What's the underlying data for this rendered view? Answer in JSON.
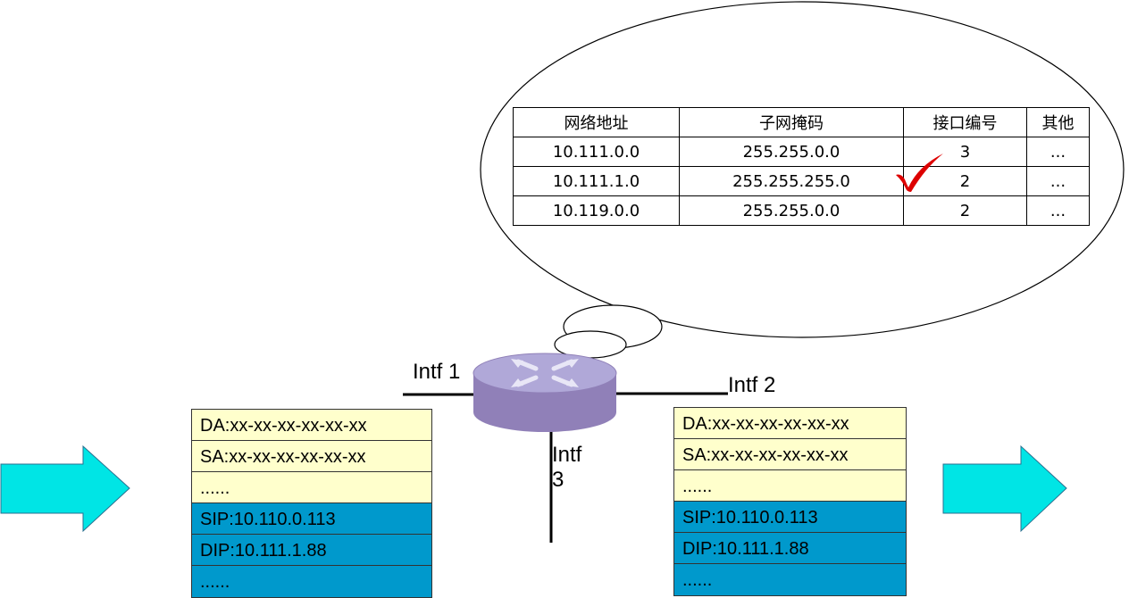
{
  "routing_table": {
    "headers": [
      "网络地址",
      "子网掩码",
      "接口编号",
      "其他"
    ],
    "rows": [
      [
        "10.111.0.0",
        "255.255.0.0",
        "3",
        "..."
      ],
      [
        "10.111.1.0",
        "255.255.255.0",
        "2",
        "..."
      ],
      [
        "10.119.0.0",
        "255.255.0.0",
        "2",
        "..."
      ]
    ],
    "matched_row": 1
  },
  "interfaces": {
    "intf1": "Intf 1",
    "intf2": "Intf 2",
    "intf3_line1": "Intf",
    "intf3_line2": "3"
  },
  "packet_in": {
    "fields": [
      "DA:xx-xx-xx-xx-xx-xx",
      "SA:xx-xx-xx-xx-xx-xx",
      "......",
      "SIP:10.110.0.113",
      "DIP:10.111.1.88",
      "......"
    ]
  },
  "packet_out": {
    "fields": [
      "DA:xx-xx-xx-xx-xx-xx",
      "SA:xx-xx-xx-xx-xx-xx",
      "......",
      "SIP:10.110.0.113",
      "DIP:10.111.1.88",
      "......"
    ]
  },
  "colors": {
    "arrow": "#00e5e5",
    "router_body": "#9080b8",
    "router_top": "#b0a8d8",
    "l2_fill": "#ffffcc",
    "l3_fill": "#0099cc",
    "checkmark": "#dd0000"
  },
  "icons": [
    "router-icon",
    "checkmark-icon",
    "arrow-right-icon"
  ]
}
